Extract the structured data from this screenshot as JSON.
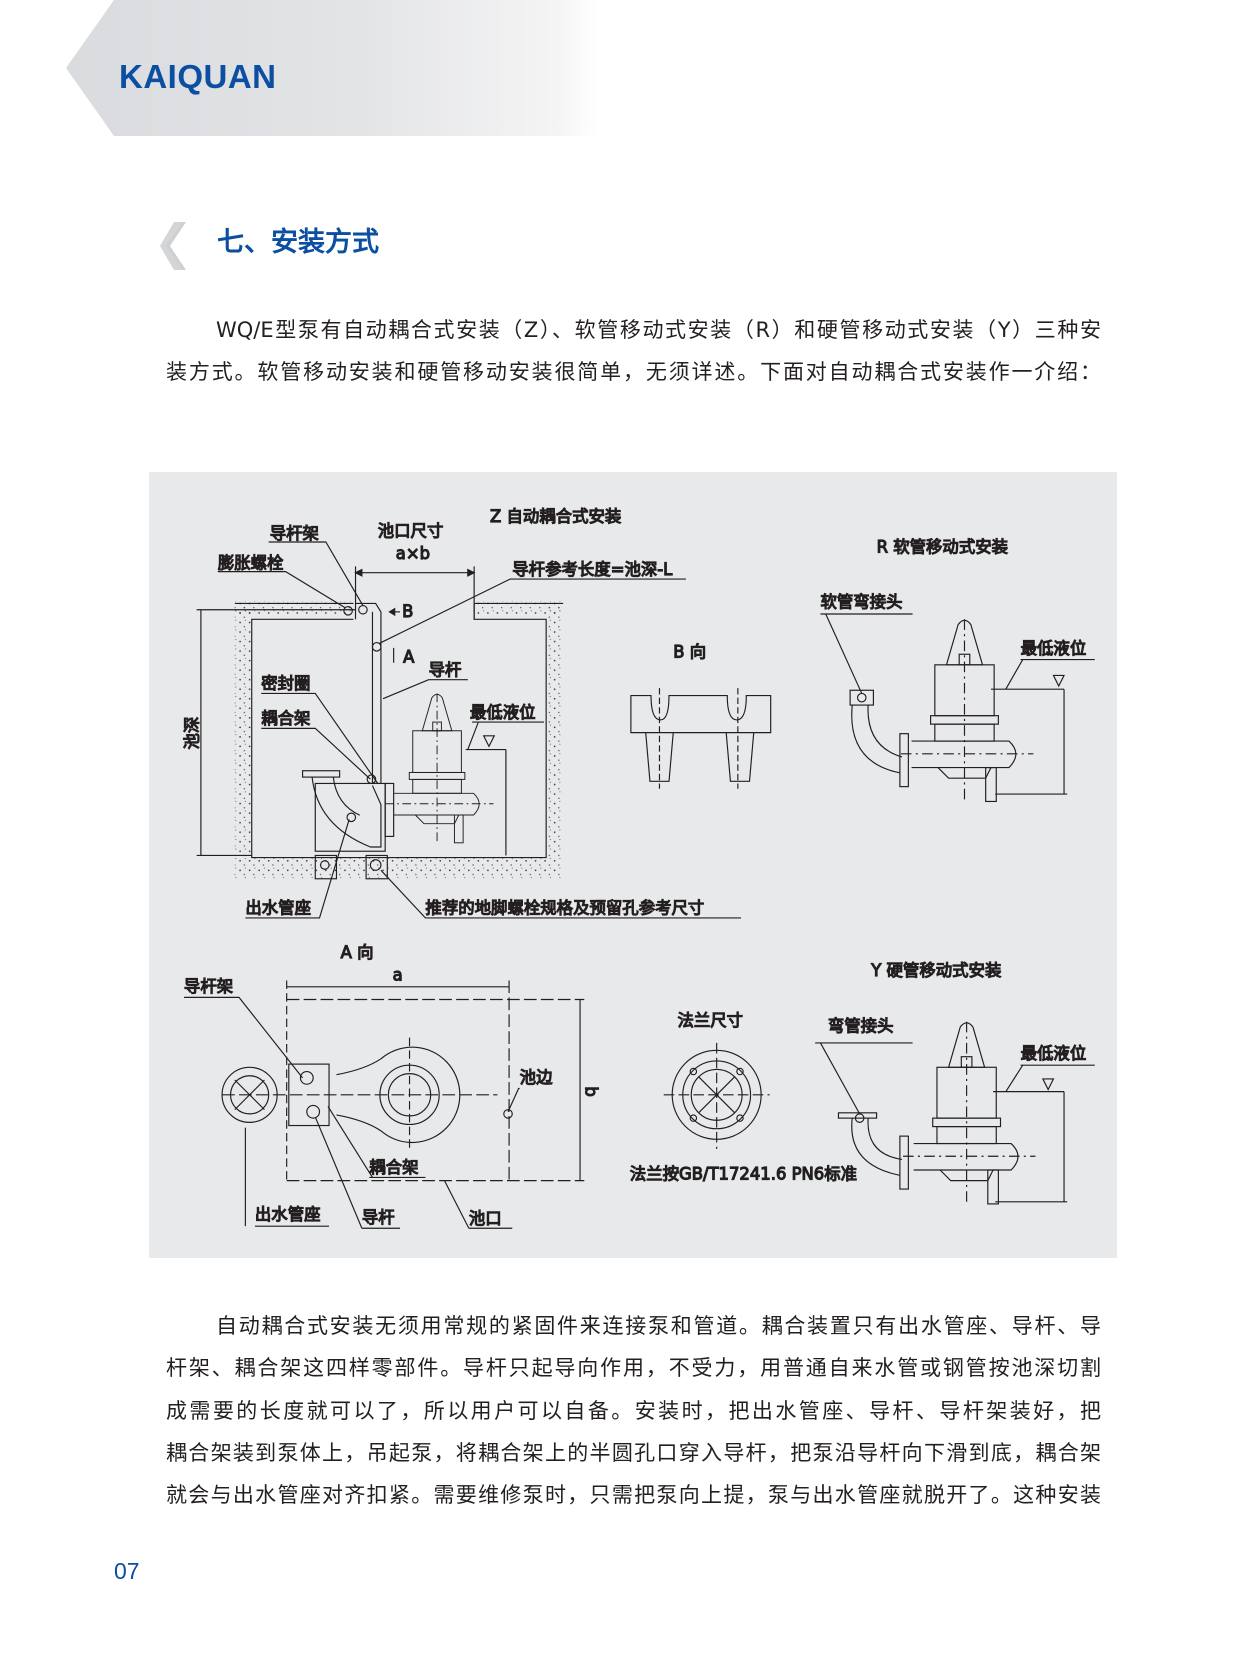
{
  "header": {
    "logo": "KAIQUAN"
  },
  "section": {
    "title": "七、安装方式"
  },
  "intro": {
    "lines": [
      "WQ/E型泵有自动耦合式安装（Z）、软管移动式安装（R）和硬管移动式安装（Y）三种安",
      "装方式。软管移动安装和硬管移动安装很简单，无须详述。下面对自动耦合式安装作一介绍："
    ]
  },
  "figure": {
    "z": {
      "title": "Z  自动耦合式安装",
      "guide_bracket": "导杆架",
      "pit_size": "池口尺寸",
      "pit_size_dim": "a×b",
      "expansion_bolt": "膨胀螺栓",
      "guide_length": "导杆参考长度=池深-L",
      "b_arrow": "B",
      "a_arrow": "A",
      "guide_rod": "导杆",
      "seal_ring": "密封圈",
      "coupling_frame": "耦合架",
      "min_level": "最低液位",
      "pit_depth": "池深",
      "outlet_base": "出水管座",
      "anchor_bolt": "推荐的地脚螺栓规格及预留孔参考尺寸"
    },
    "b_view": {
      "title": "B 向"
    },
    "r": {
      "title": "R  软管移动式安装",
      "hose_elbow": "软管弯接头",
      "min_level": "最低液位"
    },
    "a_view": {
      "title": "A 向",
      "dim_a": "a",
      "dim_b": "b",
      "guide_bracket": "导杆架",
      "pit_edge": "池边",
      "coupling_frame": "耦合架",
      "outlet_base": "出水管座",
      "guide_rod": "导杆",
      "pit_mouth": "池口"
    },
    "flange": {
      "title": "法兰尺寸",
      "standard": "法兰按GB/T17241.6 PN6标准"
    },
    "y": {
      "title": "Y  硬管移动式安装",
      "elbow": "弯管接头",
      "min_level": "最低液位"
    }
  },
  "body": {
    "lines": [
      "自动耦合式安装无须用常规的紧固件来连接泵和管道。耦合装置只有出水管座、导杆、导",
      "杆架、耦合架这四样零部件。导杆只起导向作用，不受力，用普通自来水管或钢管按池深切割",
      "成需要的长度就可以了，所以用户可以自备。安装时，把出水管座、导杆、导杆架装好，把",
      "耦合架装到泵体上，吊起泵，将耦合架上的半圆孔口穿入导杆，把泵沿导杆向下滑到底，耦合架",
      "就会与出水管座对齐扣紧。需要维修泵时，只需把泵向上提，泵与出水管座就脱开了。这种安装"
    ]
  },
  "footer": {
    "page_number": "07"
  },
  "colors": {
    "brand": "#0b4ea2",
    "figure_bg": "#e8e9eb",
    "banner": "#dcdde0"
  }
}
